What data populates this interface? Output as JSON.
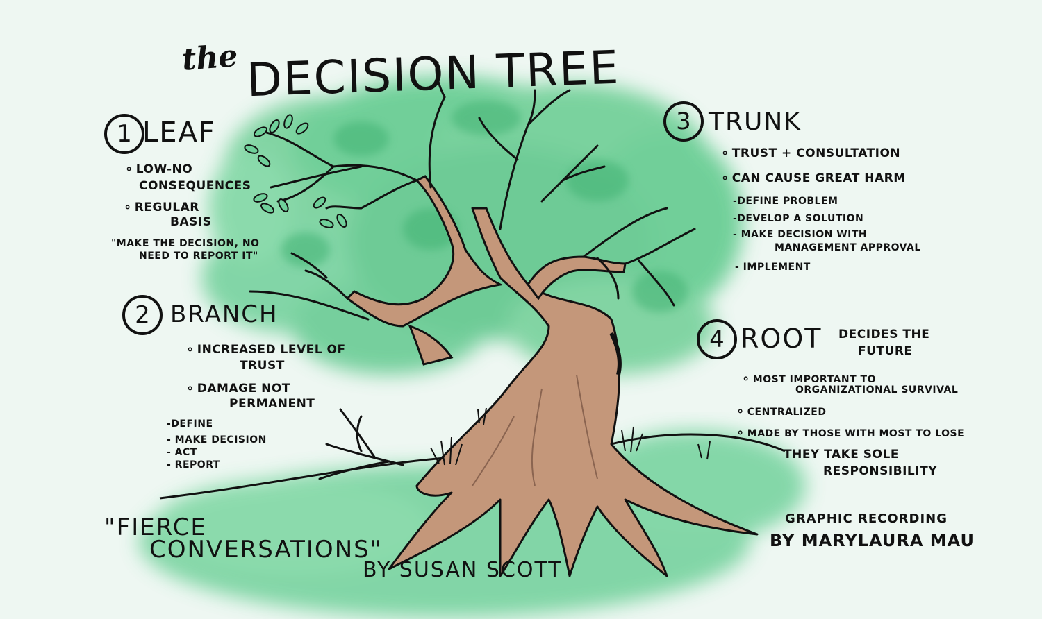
{
  "title": {
    "prefix": "the",
    "main": "DECISION TREE"
  },
  "sections": {
    "leaf": {
      "number": "1",
      "heading": "LEAF",
      "bullet1_line1": "LOW-NO",
      "bullet1_line2": "CONSEQUENCES",
      "bullet2_line1": "REGULAR",
      "bullet2_line2": "BASIS",
      "quote_line1": "\"MAKE the DECISION, NO",
      "quote_line2": "NEED to REPORT it\""
    },
    "branch": {
      "number": "2",
      "heading": "BRANCH",
      "bullet1_line1": "INCREASED LEVEL of",
      "bullet1_line2": "TRUST",
      "bullet2_line1": "DAMAGE NOT",
      "bullet2_line2": "PERMANENT",
      "steps": [
        "-DEFINE",
        "- MAKE DECISION",
        "- ACT",
        "- REPORT"
      ]
    },
    "trunk": {
      "number": "3",
      "heading": "TRUNK",
      "bullet1": "TRUST + CONSULTATION",
      "bullet2": "CAN CAUSE GREAT HARM",
      "step1": "-DEFINE PROBLEM",
      "step2": "-DEVELOP A SOLUTION",
      "step3_line1": "- MAKE DECISION with",
      "step3_line2": "MANAGEMENT APPROVAL",
      "step4": "- IMPLEMENT"
    },
    "root": {
      "number": "4",
      "heading": "ROOT",
      "side_line1": "DECIDES the",
      "side_line2": "FUTURE",
      "bullet1_line1": "MOST IMPORTANT TO",
      "bullet1_line2": "ORGANIZATIONAL SURVIVAL",
      "bullet2": "CENTRALIZED",
      "bullet3": "MADE BY THOSE with MOST to LOSE",
      "note_line1": "THEY TAKE SOLE",
      "note_line2": "RESPONSIBILITY"
    }
  },
  "source": {
    "book_line1": "\"FIERCE",
    "book_line2": "CONVERSATIONS\"",
    "author": "BY SUSAN SCOTT"
  },
  "credit": {
    "line1": "GRAPHIC RECORDING",
    "line2": "by MARYLAURA MAU"
  },
  "colors": {
    "background": "#eef7f2",
    "foliage": "#5cc98a",
    "trunk": "#c4977a",
    "ink": "#111111"
  }
}
